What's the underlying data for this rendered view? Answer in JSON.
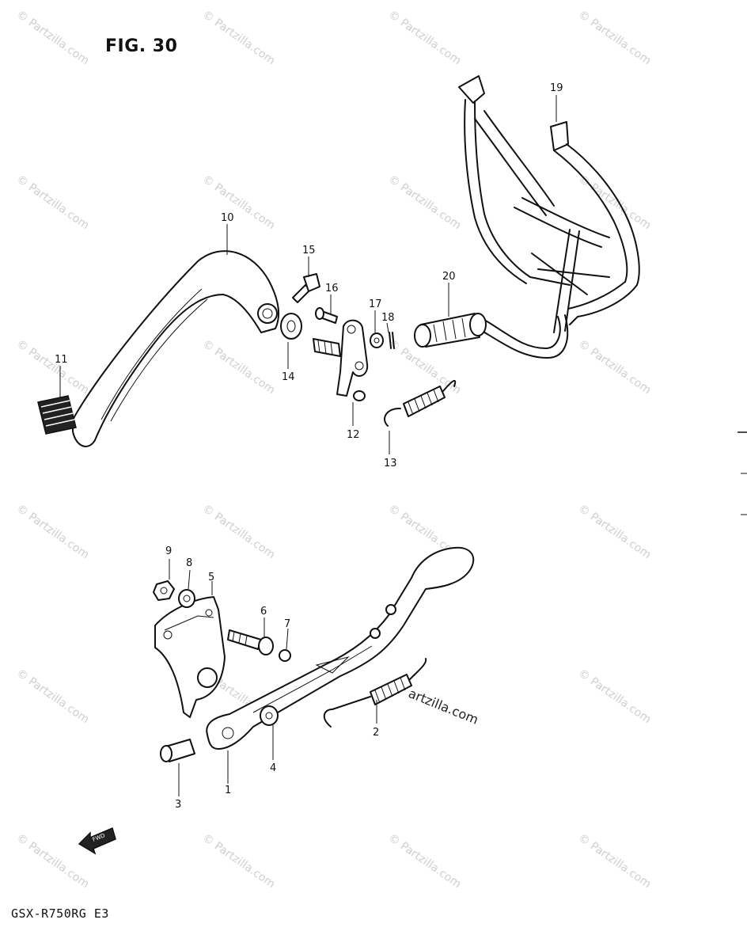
{
  "figure": {
    "title": "FIG. 30",
    "model_code": "GSX-R750RG  E3",
    "fwd_label": "FWD"
  },
  "watermark": {
    "text": "© Partzilla.com",
    "overlay_text": "artzilla.com"
  },
  "callouts": {
    "n1": "1",
    "n2": "2",
    "n3": "3",
    "n4": "4",
    "n5": "5",
    "n6": "6",
    "n7": "7",
    "n8": "8",
    "n9": "9",
    "n10": "10",
    "n11": "11",
    "n12": "12",
    "n13": "13",
    "n14": "14",
    "n15": "15",
    "n16": "16",
    "n17": "17",
    "n18": "18",
    "n19": "19",
    "n20": "20"
  },
  "colors": {
    "ink": "#111111",
    "watermark": "#cfcfcf",
    "paper": "#ffffff"
  }
}
